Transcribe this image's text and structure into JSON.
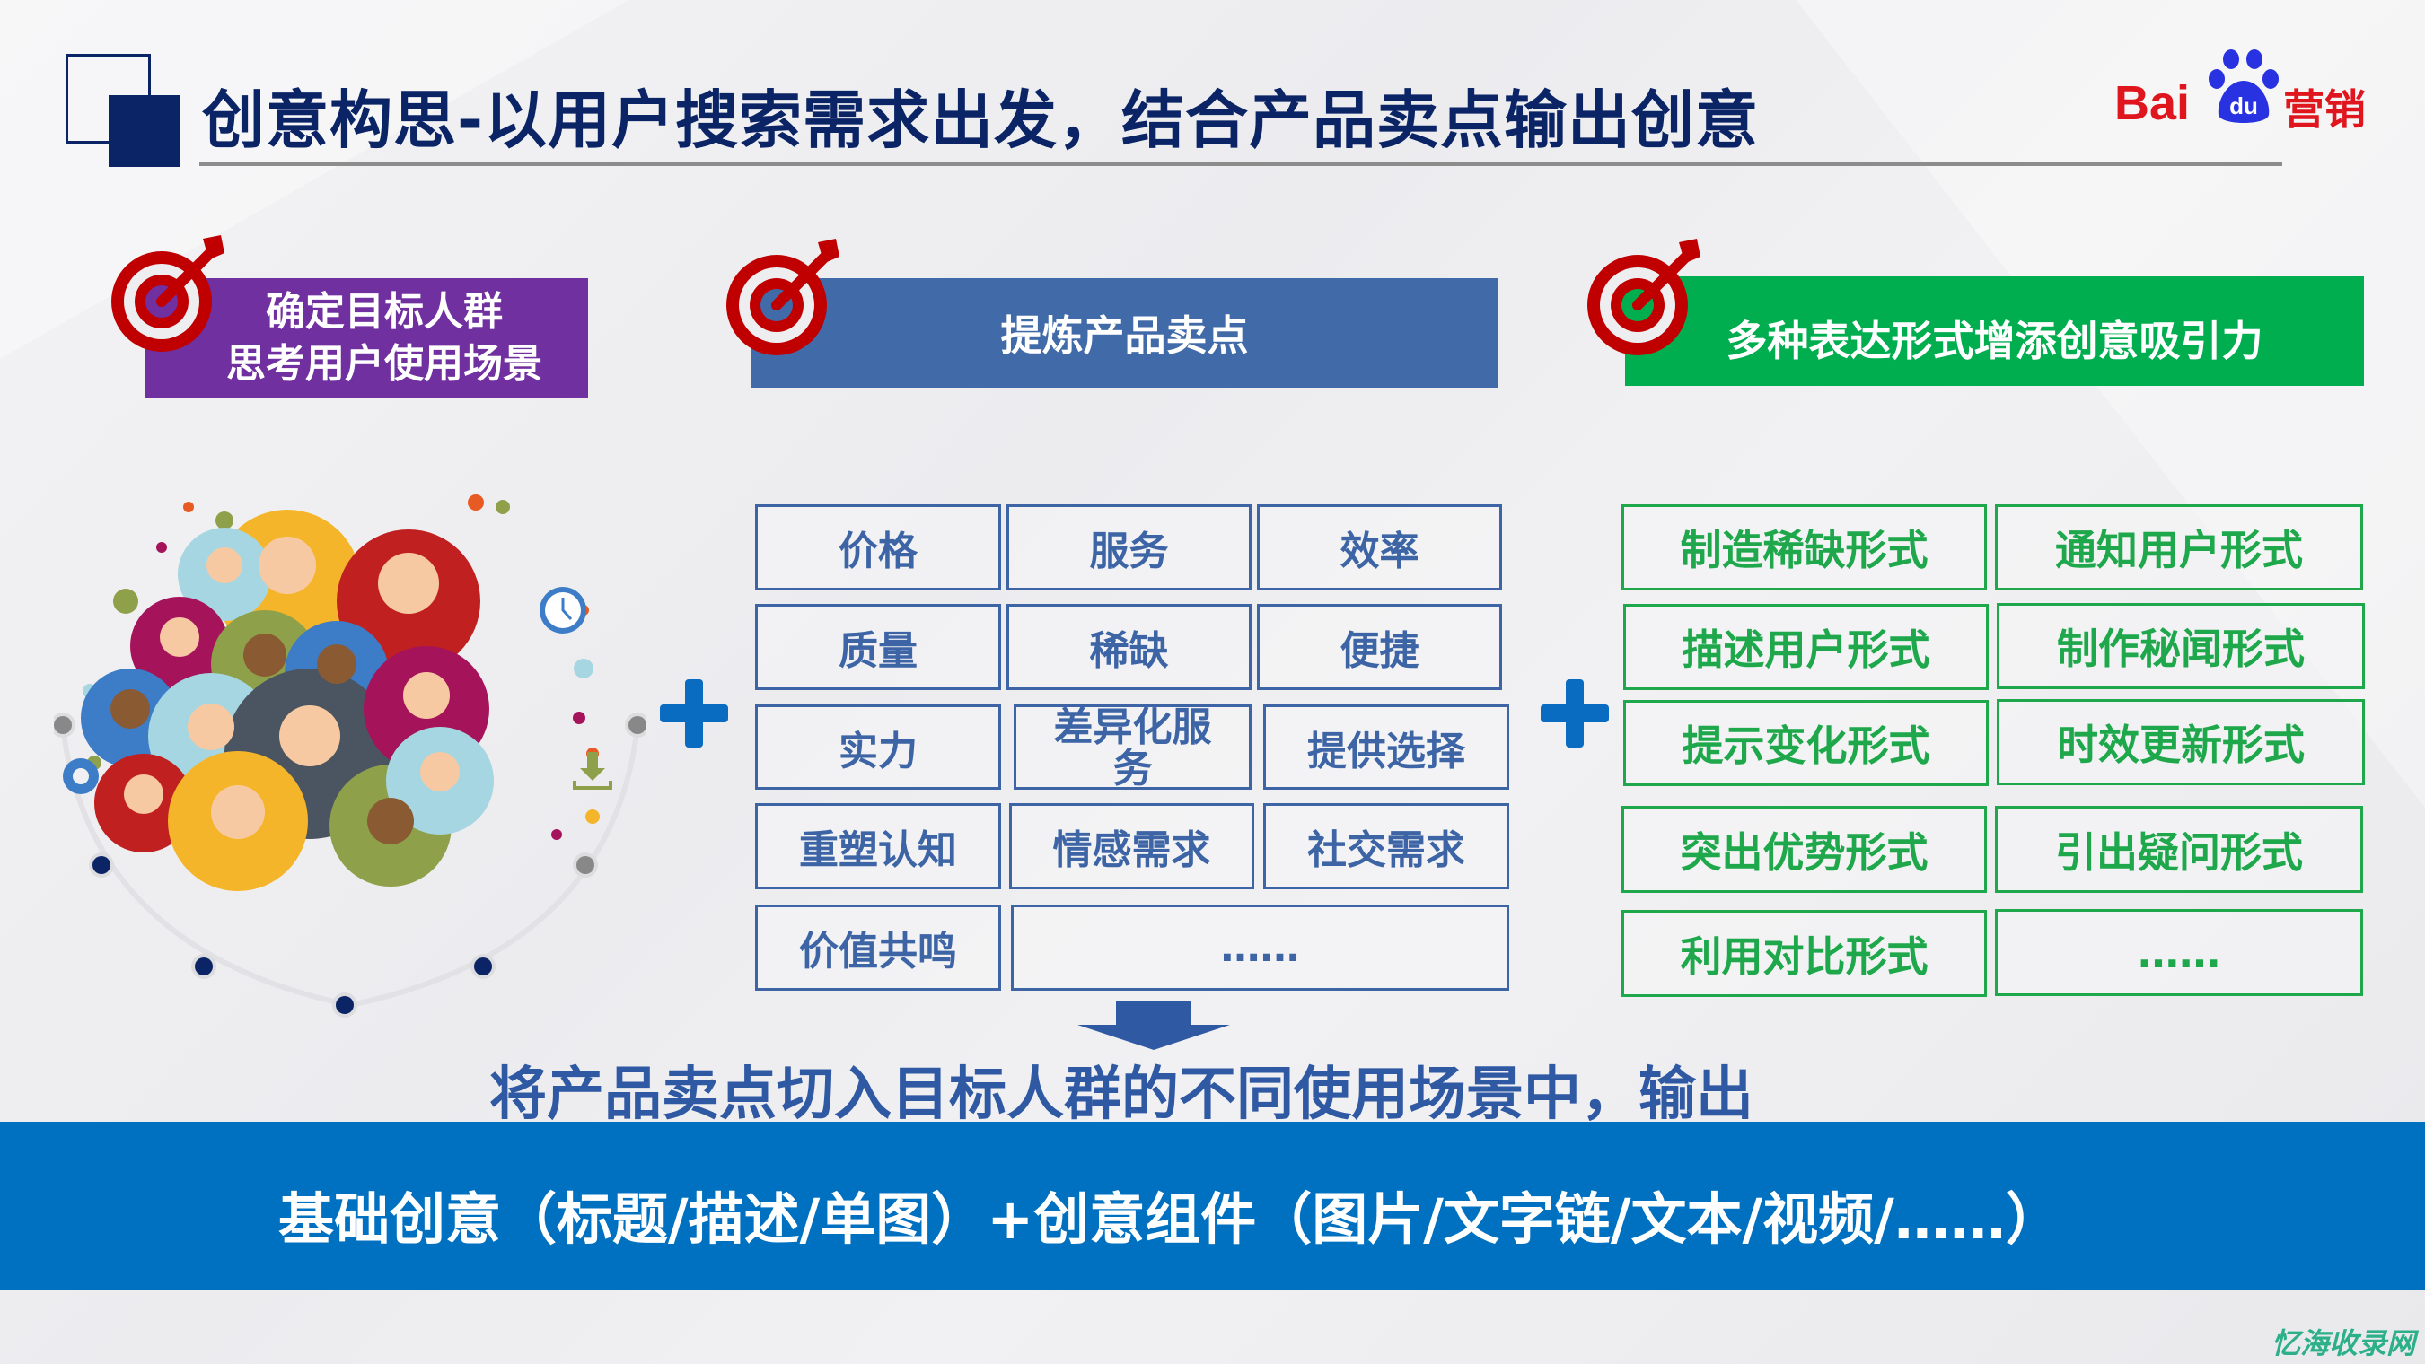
{
  "title": "创意构思-以用户搜索需求出发，结合产品卖点输出创意",
  "logo": {
    "bai": "Bai",
    "du": "du",
    "suffix": "营销"
  },
  "sections": {
    "left": {
      "line1": "确定目标人群",
      "line2": "思考用户使用场景",
      "color": "#7030a0"
    },
    "middle": {
      "label": "提炼产品卖点",
      "color": "#416aa8"
    },
    "right": {
      "label": "多种表达形式增添创意吸引力",
      "color": "#00ae4f"
    }
  },
  "selling_points": [
    [
      "价格",
      "服务",
      "效率"
    ],
    [
      "质量",
      "稀缺",
      "便捷"
    ],
    [
      "实力",
      "差异化服务",
      "提供选择"
    ],
    [
      "重塑认知",
      "情感需求",
      "社交需求"
    ],
    [
      "价值共鸣",
      "……"
    ]
  ],
  "expression_forms": [
    [
      "制造稀缺形式",
      "通知用户形式"
    ],
    [
      "描述用户形式",
      "制作秘闻形式"
    ],
    [
      "提示变化形式",
      "时效更新形式"
    ],
    [
      "突出优势形式",
      "引出疑问形式"
    ],
    [
      "利用对比形式",
      "……"
    ]
  ],
  "subtitle": "将产品卖点切入目标人群的不同使用场景中，输出",
  "banner": "基础创意（标题/描述/单图）+创意组件（图片/文字链/文本/视频/……）",
  "watermark": "忆海收录网",
  "icons": {
    "target": "target-arrow-icon",
    "plus": "plus-icon",
    "arrow": "down-arrow-icon",
    "people": "people-avatars-illustration",
    "gear": "gear-icon",
    "clock": "clock-icon",
    "download": "download-icon"
  },
  "colors": {
    "title": "#0b2466",
    "blue_accent": "#0070c0",
    "cell_blue": "#3d65a6",
    "cell_green": "#1ea84b",
    "target_red": "#c00000"
  }
}
